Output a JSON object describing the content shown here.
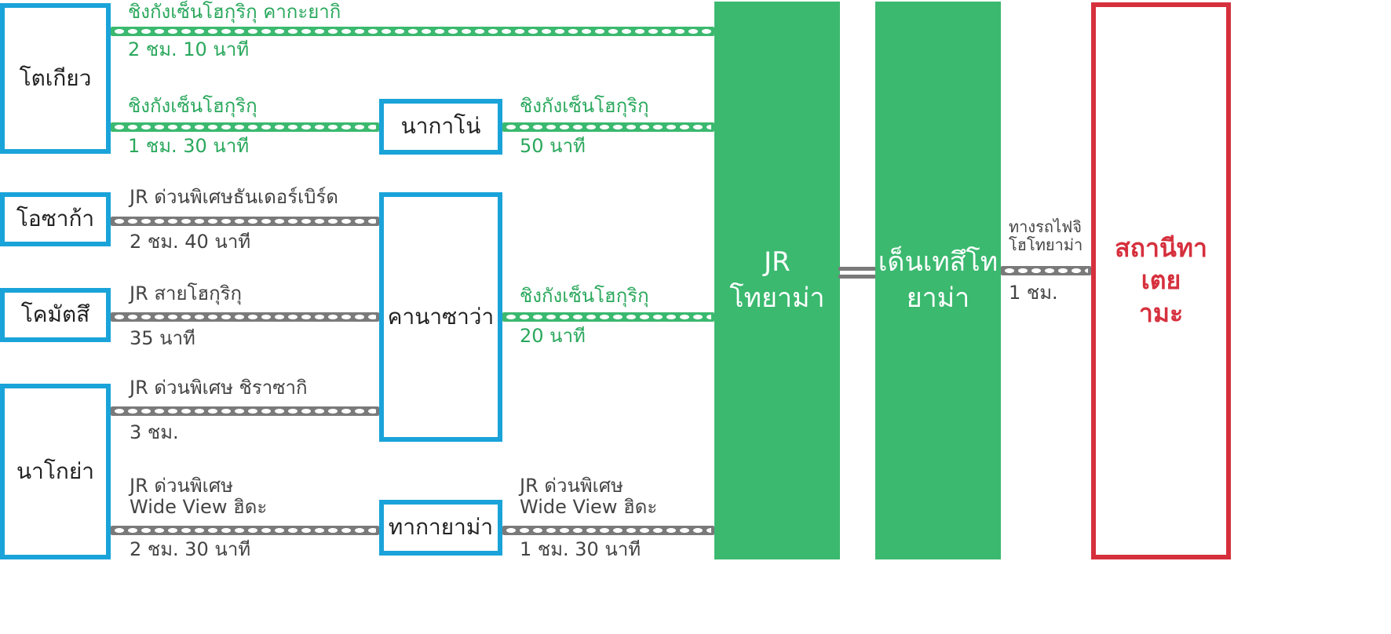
{
  "origins": {
    "tokyo": "โตเกียว",
    "osaka": "โอซาก้า",
    "komatsu": "โคมัตสึ",
    "nagoya": "นาโกย่า"
  },
  "transfers": {
    "nagano": "นากาโน่",
    "kanazawa": "คานาซาว่า",
    "takayama": "ทากายาม่า"
  },
  "hubs": {
    "jr_toyama_line1": "JR",
    "jr_toyama_line2": "โทยาม่า",
    "dentetsu_line1": "เด็นเทสึโท",
    "dentetsu_line2": "ยาม่า"
  },
  "destination": {
    "line1": "สถานีทาเตย",
    "line2": "ามะ"
  },
  "routes": {
    "tokyo_direct": {
      "name": "ชิงกังเซ็นโฮกุริกุ คากะยากิ",
      "time": "2 ชม. 10 นาที"
    },
    "tokyo_nagano": {
      "name": "ชิงกังเซ็นโฮกุริกุ",
      "time": "1 ชม. 30 นาที"
    },
    "nagano_toyama": {
      "name": "ชิงกังเซ็นโฮกุริกุ",
      "time": "50 นาที"
    },
    "osaka_kanazawa": {
      "name": "JR ด่วนพิเศษธันเดอร์เบิร์ด",
      "time": "2 ชม. 40 นาที"
    },
    "komatsu_kanazawa": {
      "name": "JR สายโฮกุริกุ",
      "time": "35 นาที"
    },
    "kanazawa_toyama": {
      "name": "ชิงกังเซ็นโฮกุริกุ",
      "time": "20 นาที"
    },
    "nagoya_kanazawa": {
      "name": "JR ด่วนพิเศษ ชิราซากิ",
      "time": "3 ชม."
    },
    "nagoya_takayama": {
      "name1": "JR ด่วนพิเศษ",
      "name2": "Wide View ฮิดะ",
      "time": "2 ชม. 30 นาที"
    },
    "takayama_toyama": {
      "name1": "JR ด่วนพิเศษ",
      "name2": "Wide View ฮิดะ",
      "time": "1 ชม. 30 นาที"
    },
    "dentetsu_tateyama": {
      "name1": "ทางรถไฟจิ",
      "name2": "โฮโทยาม่า",
      "time": "1 ชม."
    }
  },
  "colors": {
    "shinkansen": "#3bb96f",
    "jr_line": "#7a7a7a",
    "station_border": "#1aa3d9",
    "destination": "#d6303d"
  }
}
